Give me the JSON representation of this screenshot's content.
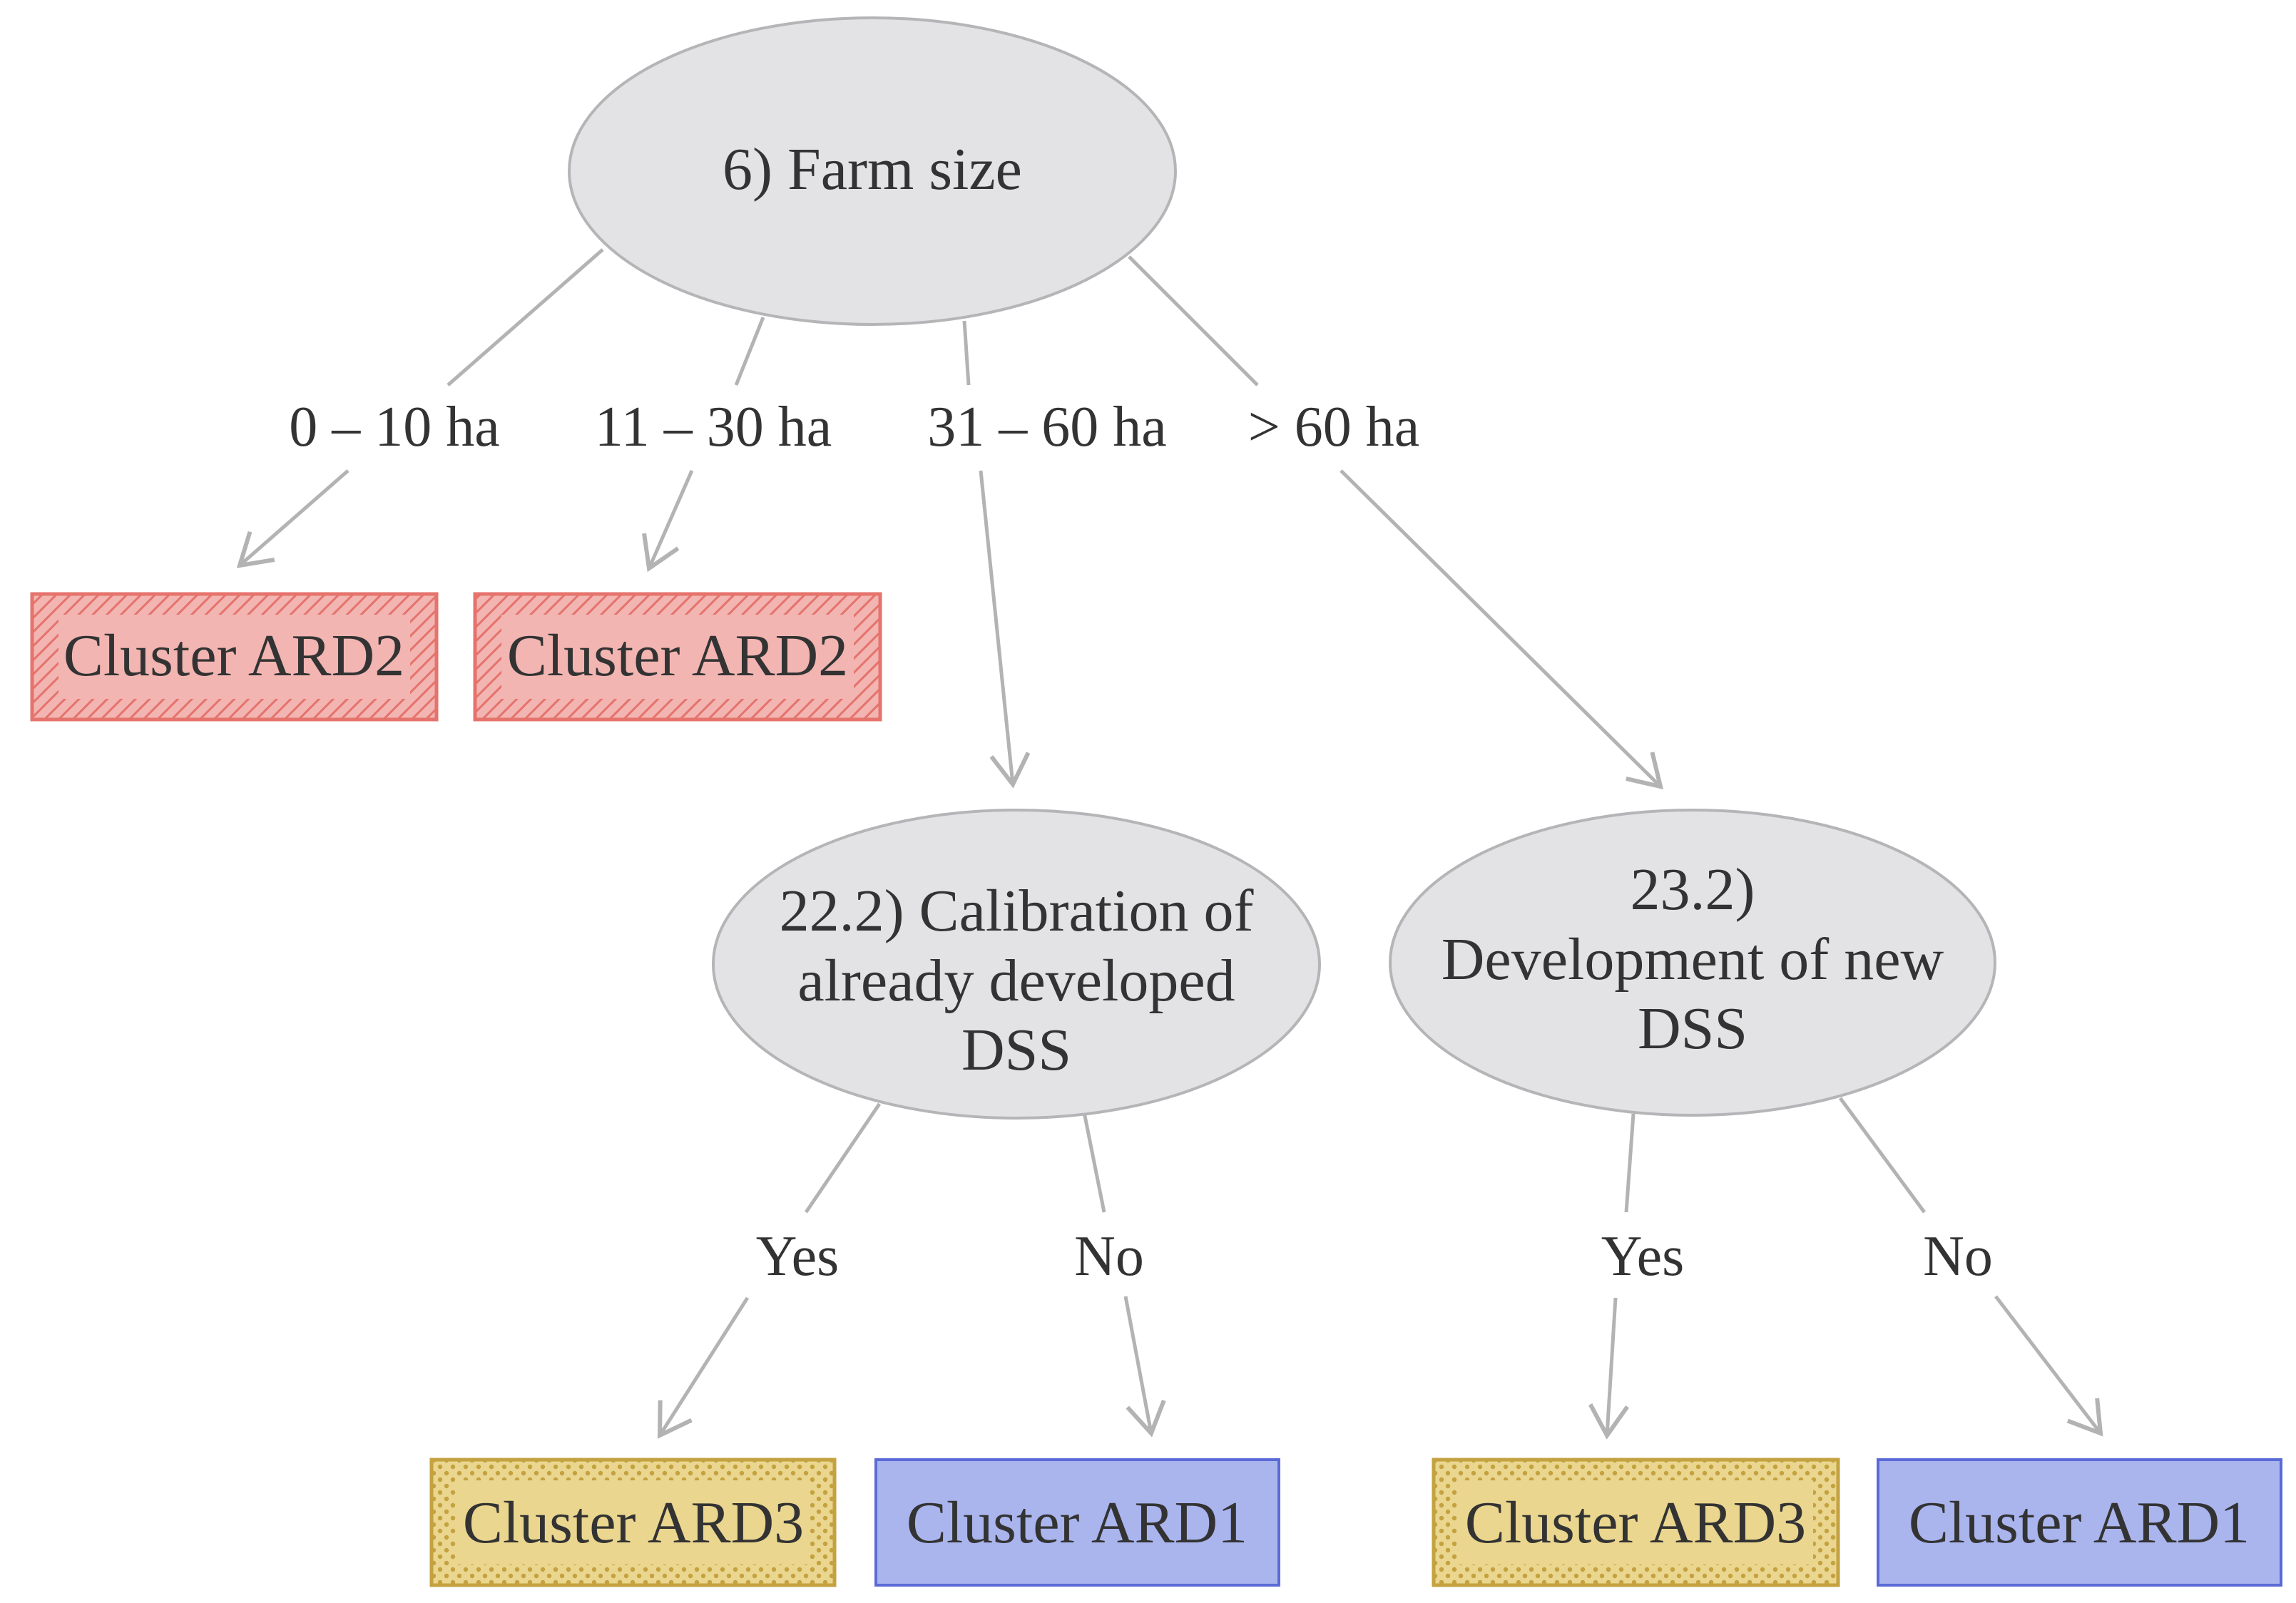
{
  "diagram": {
    "root": {
      "label": "6) Farm size",
      "branches": [
        {
          "label": "0 – 10 ha",
          "target": "Cluster ARD2"
        },
        {
          "label": "11 – 30 ha",
          "target": "Cluster ARD2"
        },
        {
          "label": "31 – 60 ha",
          "target": "22.2) Calibration of already developed DSS"
        },
        {
          "label": "> 60 ha",
          "target": "23.2) Development of new DSS"
        }
      ]
    },
    "calibration_node": {
      "lines": [
        "22.2) Calibration of",
        "already developed",
        "DSS"
      ],
      "branches": [
        {
          "label": "Yes",
          "target": "Cluster ARD3"
        },
        {
          "label": "No",
          "target": "Cluster ARD1"
        }
      ]
    },
    "development_node": {
      "lines": [
        "23.2)",
        "Development of new",
        "DSS"
      ],
      "branches": [
        {
          "label": "Yes",
          "target": "Cluster ARD3"
        },
        {
          "label": "No",
          "target": "Cluster ARD1"
        }
      ]
    },
    "leaves": [
      {
        "label": "Cluster ARD2",
        "style": "red-hatched"
      },
      {
        "label": "Cluster ARD2",
        "style": "red-hatched"
      },
      {
        "label": "Cluster ARD3",
        "style": "yellow-dotted"
      },
      {
        "label": "Cluster ARD1",
        "style": "blue"
      },
      {
        "label": "Cluster ARD3",
        "style": "yellow-dotted"
      },
      {
        "label": "Cluster ARD1",
        "style": "blue"
      }
    ],
    "colors": {
      "ellipse_fill": "#e3e3e5",
      "ellipse_stroke": "#b5b5b8",
      "connector": "#b3b3b3",
      "text": "#333333",
      "ard2_fill": "#f2b5b2",
      "ard2_hatch": "#e5736c",
      "ard3_fill": "#ead68f",
      "ard3_dots": "#c3a23f",
      "ard1_fill": "#aab5ee",
      "ard1_stroke": "#5a6ad6"
    }
  }
}
